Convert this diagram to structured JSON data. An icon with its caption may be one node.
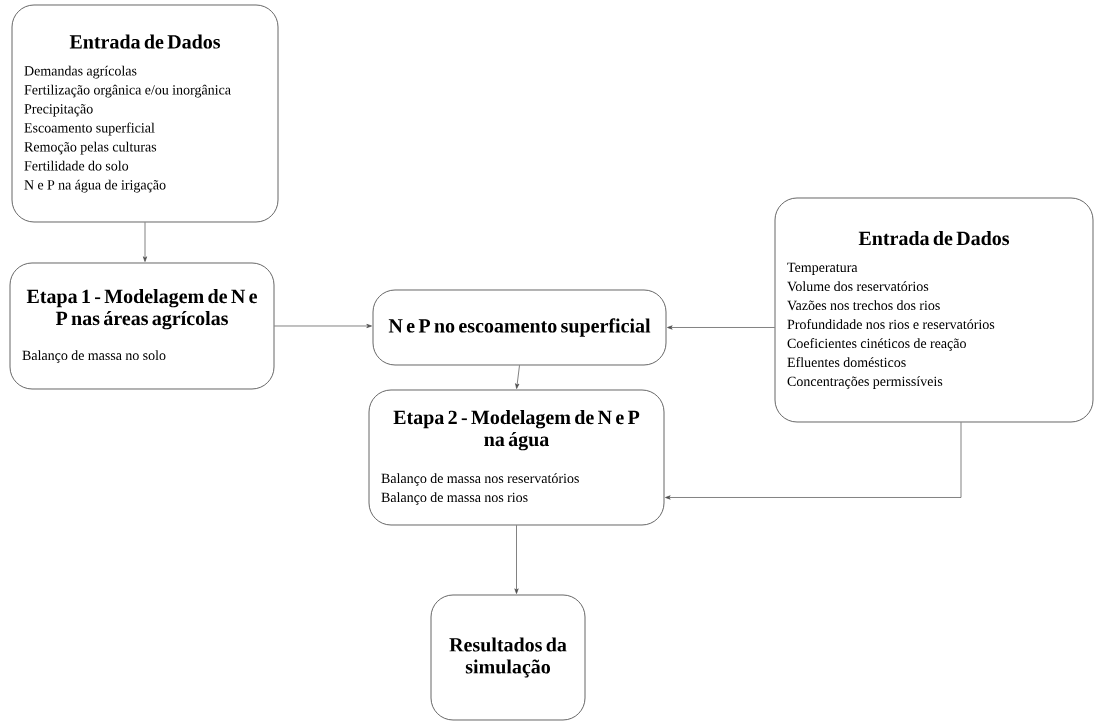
{
  "diagram": {
    "nodes": [
      {
        "text": [
          "Entrada de Dados",
          "Demandas agrícolas",
          "Fertilização orgânica e/ou inorgânica",
          "Precipitação",
          "Escoamento superficial",
          "Remoção pelas culturas",
          "Fertilidade do solo",
          "N e P na água de irigação"
        ]
      },
      {
        "text": [
          "Etapa 1 - Modelagem de N e P nas áreas agrícolas",
          "Balanço de massa no solo"
        ]
      },
      {
        "text": [
          "N e P no escoamento superficial"
        ]
      },
      {
        "text": [
          "Entrada de Dados",
          "Temperatura",
          "Volume dos reservatórios",
          "Vazões nos trechos dos rios",
          "Profundidade nos rios e reservatórios",
          "Coeficientes cinéticos de reação",
          "Efluentes domésticos",
          "Concentrações permissíveis"
        ]
      },
      {
        "text": [
          "Etapa 2 - Modelagem de N e P na água",
          "Balanço de massa nos reservatórios",
          "Balanço de massa nos rios"
        ]
      },
      {
        "text": [
          "Resultados da simulação"
        ]
      }
    ],
    "edges": [
      {
        "from": 0,
        "to": 1,
        "arrow": "to"
      },
      {
        "from": 1,
        "to": 2,
        "arrow": "to"
      },
      {
        "from": 3,
        "to": 2,
        "arrow": "to"
      },
      {
        "from": 2,
        "to": 4,
        "arrow": "to"
      },
      {
        "from": 3,
        "to": 4,
        "arrow": "to"
      },
      {
        "from": 4,
        "to": 5,
        "arrow": "to"
      }
    ]
  }
}
